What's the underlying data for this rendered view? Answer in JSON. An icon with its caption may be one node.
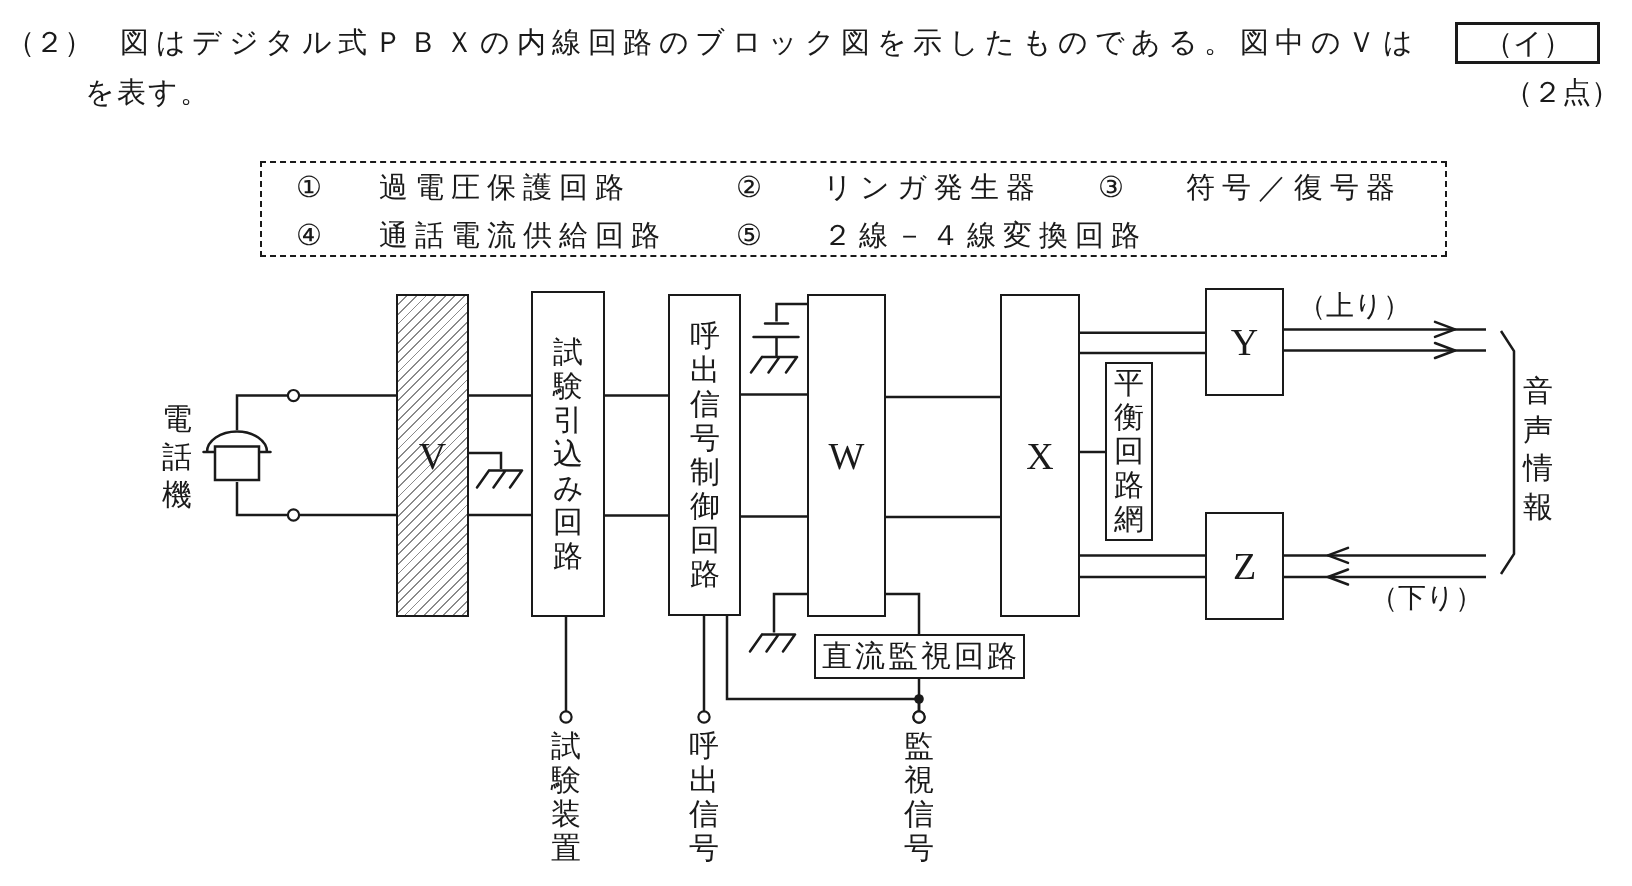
{
  "diagram": {
    "nodes": [
      {
        "text": [
          "①",
          "過電圧保護回路",
          "②",
          "リンガ発生器",
          "③",
          "符号／復号器",
          "④",
          "通話電流供給回路",
          "⑤",
          "２線－４線変換回路"
        ]
      },
      {
        "text": [],
        "shape": "picture",
        "beside": [
          "電話機"
        ]
      },
      {
        "text": [
          "V"
        ]
      },
      {
        "text": [],
        "shape": "ground"
      },
      {
        "text": [
          "試験引込み回路"
        ]
      },
      {
        "text": [
          "呼出信号制御回路"
        ]
      },
      {
        "text": [],
        "shape": "battery"
      },
      {
        "text": [
          "W"
        ]
      },
      {
        "text": [],
        "shape": "ground"
      },
      {
        "text": [
          "X"
        ]
      },
      {
        "text": [
          "平衡回路網"
        ]
      },
      {
        "text": [
          "Y"
        ]
      },
      {
        "text": [
          "Z"
        ]
      },
      {
        "text": [
          "直流監視回路"
        ]
      },
      {
        "text": [
          "試験装置"
        ]
      },
      {
        "text": [
          "呼出信号"
        ]
      },
      {
        "text": [
          "監視信号"
        ]
      }
    ],
    "edges": [
      {
        "from": 1,
        "to": 2,
        "arrow": "none"
      },
      {
        "from": 1,
        "to": 2,
        "arrow": "none"
      },
      {
        "from": 2,
        "to": 3,
        "arrow": "none"
      },
      {
        "from": 2,
        "to": 4,
        "arrow": "none"
      },
      {
        "from": 2,
        "to": 4,
        "arrow": "none"
      },
      {
        "from": 4,
        "to": 5,
        "arrow": "none"
      },
      {
        "from": 4,
        "to": 5,
        "arrow": "none"
      },
      {
        "from": 4,
        "to": 14,
        "arrow": "other"
      },
      {
        "from": 5,
        "to": 7,
        "arrow": "none"
      },
      {
        "from": 5,
        "to": 7,
        "arrow": "none"
      },
      {
        "from": 5,
        "to": 15,
        "arrow": "other"
      },
      {
        "from": 5,
        "to": 16,
        "arrow": "other"
      },
      {
        "from": 7,
        "to": 6,
        "arrow": "none"
      },
      {
        "from": 7,
        "to": 8,
        "arrow": "none"
      },
      {
        "from": 7,
        "to": 9,
        "arrow": "none"
      },
      {
        "from": 7,
        "to": 9,
        "arrow": "none"
      },
      {
        "from": 7,
        "to": 13,
        "arrow": "none"
      },
      {
        "from": 9,
        "to": 11,
        "arrow": "none"
      },
      {
        "from": 9,
        "to": 11,
        "arrow": "none"
      },
      {
        "from": 9,
        "to": 10,
        "arrow": "none"
      },
      {
        "from": 9,
        "to": 12,
        "arrow": "none"
      },
      {
        "from": 9,
        "to": 12,
        "arrow": "none"
      },
      {
        "from": 11,
        "to": null,
        "arrow": "to",
        "label": "（上り）"
      },
      {
        "from": 11,
        "to": null,
        "arrow": "to"
      },
      {
        "from": null,
        "to": 12,
        "arrow": "to"
      },
      {
        "from": null,
        "to": 12,
        "arrow": "to",
        "label": "（下り）"
      },
      {
        "from": 13,
        "to": 16,
        "arrow": "other"
      }
    ],
    "labels": [
      "（２）",
      "図はデジタル式ＰＢＸの内線回路のブロック図を示したものである。図中のＶは",
      "（イ）",
      "を表す。",
      "（２点）",
      "音声情報"
    ]
  }
}
